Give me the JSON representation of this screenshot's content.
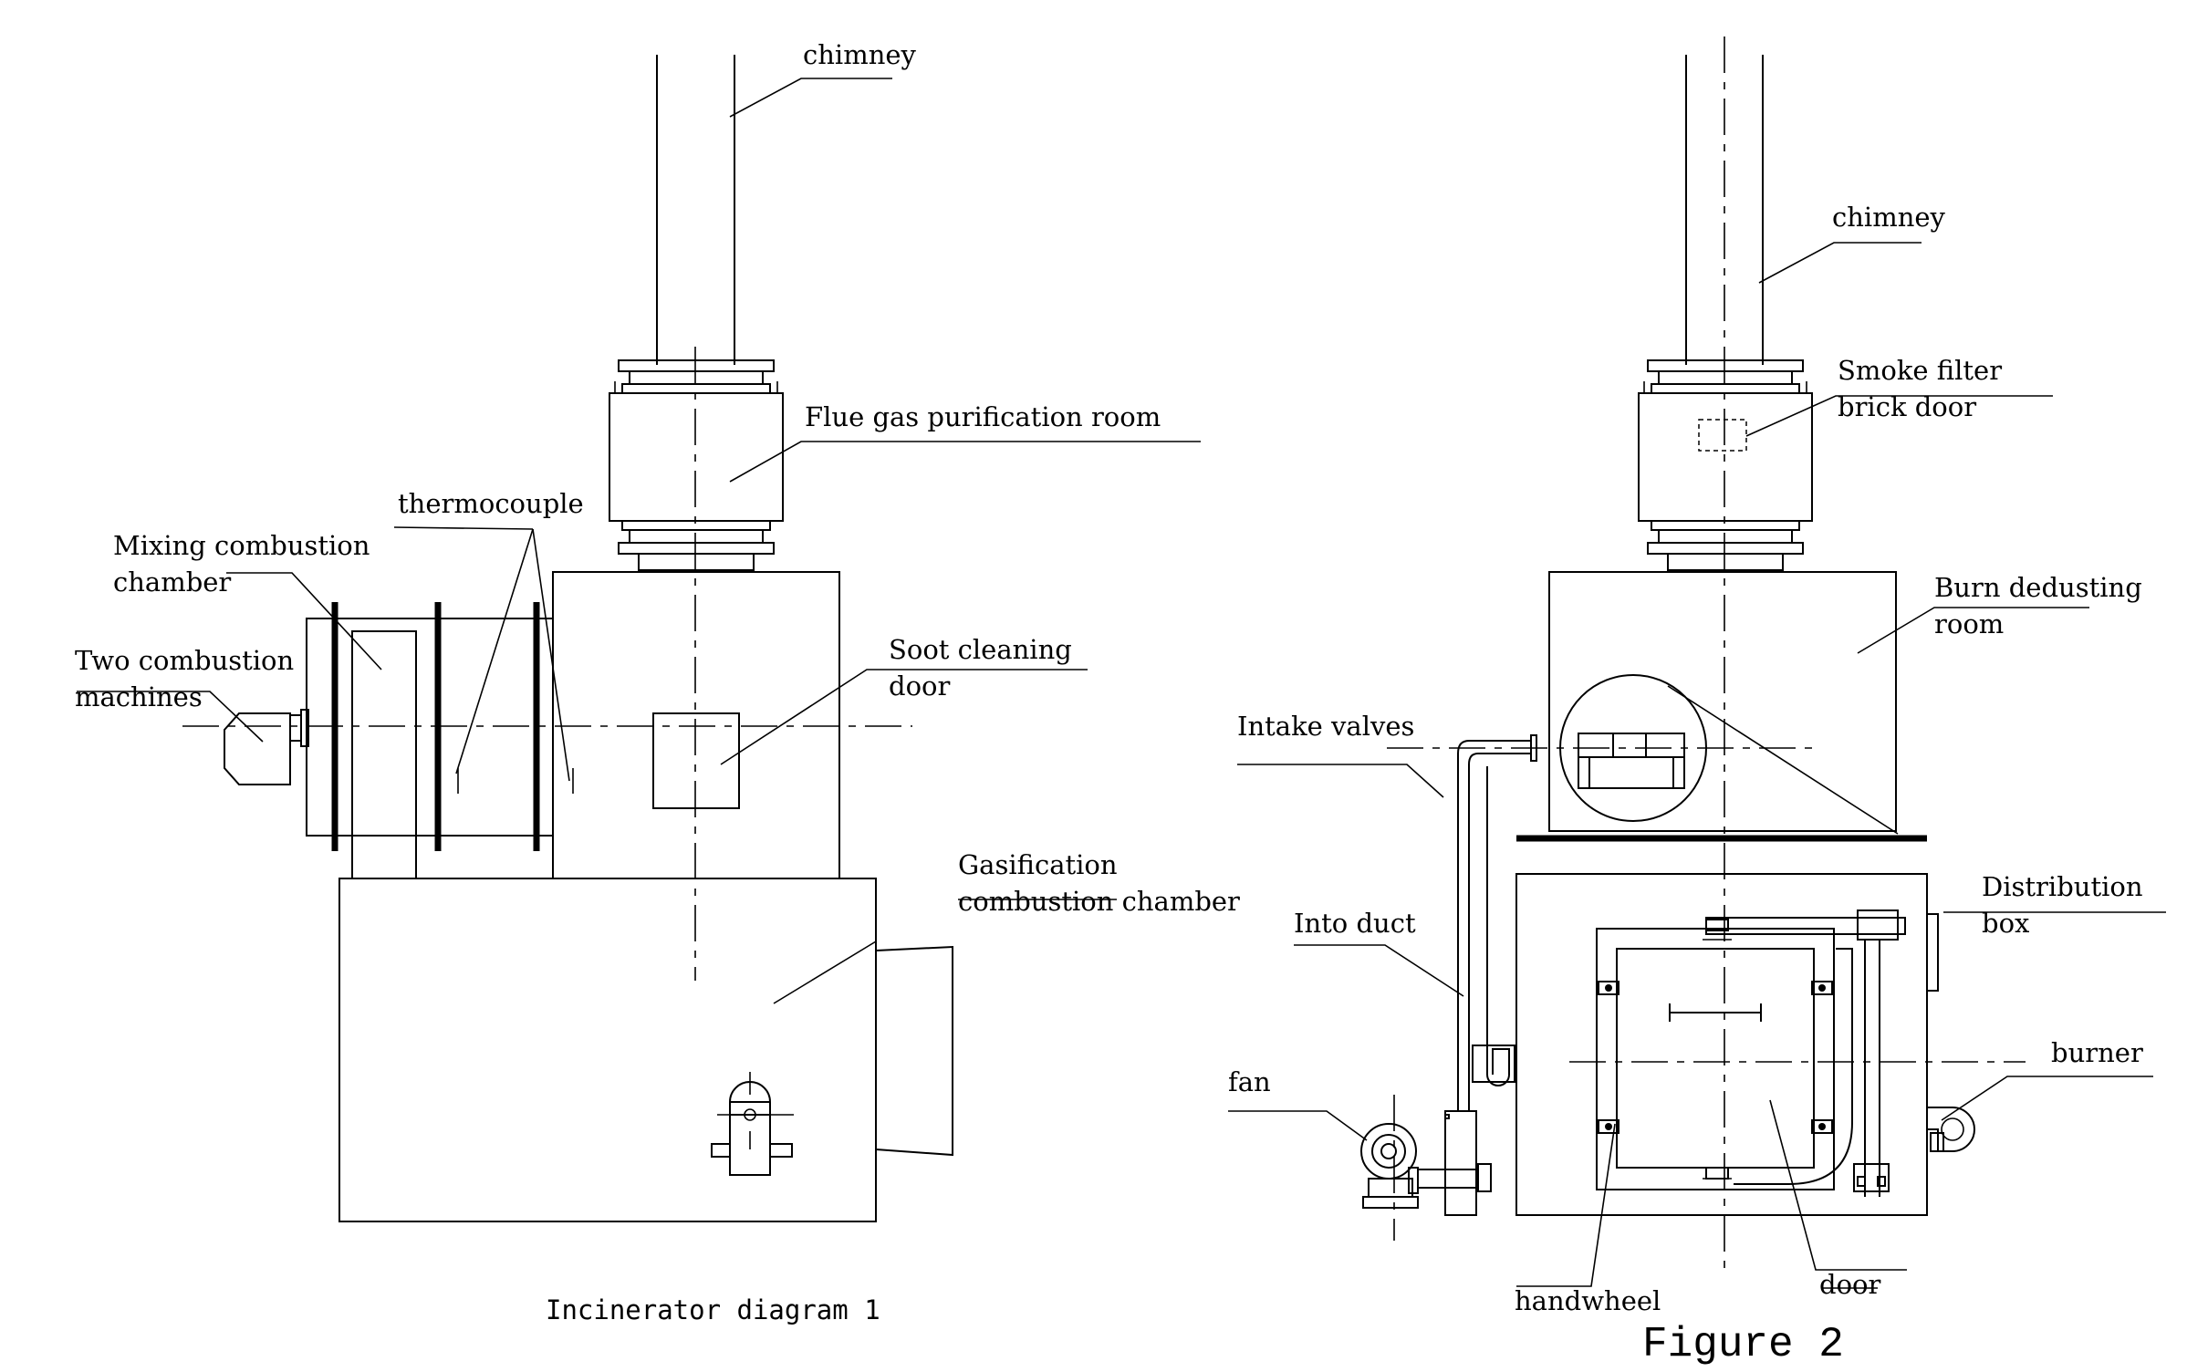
{
  "figure1": {
    "caption": "Incinerator diagram 1",
    "labels": {
      "chimney": "chimney",
      "flue_gas": "Flue gas purification room",
      "thermocouple": "thermocouple",
      "mixing_1": "Mixing combustion",
      "mixing_2": "chamber",
      "machines_1": "Two combustion",
      "machines_2": "machines",
      "soot_1": "Soot cleaning",
      "soot_2": "door",
      "gasification_1": "Gasification",
      "gasification_2": "combustion chamber"
    }
  },
  "figure2": {
    "caption": "Figure 2",
    "labels": {
      "chimney": "chimney",
      "filter_1": "Smoke filter",
      "filter_2": "brick door",
      "burn_1": "Burn dedusting",
      "burn_2": "room",
      "intake": "Intake valves",
      "duct": "Into duct",
      "distribution_1": "Distribution",
      "distribution_2": "box",
      "burner": "burner",
      "fan": "fan",
      "handwheel": "handwheel",
      "door": "door"
    }
  }
}
